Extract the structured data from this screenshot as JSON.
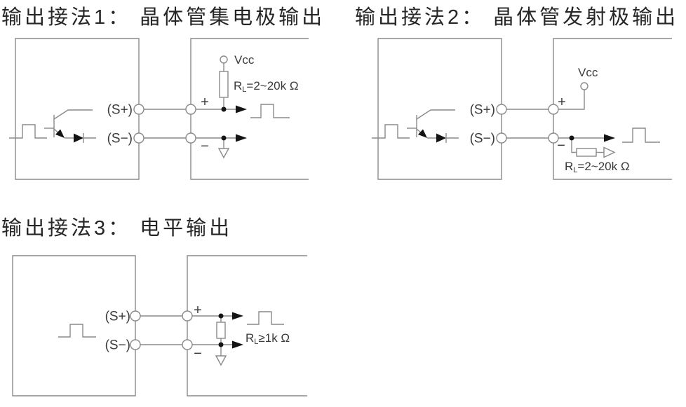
{
  "titles": {
    "method1": "输出接法1： 晶体管集电极输出",
    "method2": "输出接法2： 晶体管发射极输出",
    "method3": "输出接法3： 电平输出"
  },
  "terminals": {
    "s_plus": "(S+)",
    "s_minus": "(S−)",
    "plus": "+",
    "minus": "−"
  },
  "power": {
    "vcc": "Vcc"
  },
  "resistor_labels": {
    "r": "R",
    "sub": "L",
    "collector_value": "=2~20k Ω",
    "emitter_value": "=2~20k Ω",
    "level_value": "≥1k Ω"
  },
  "colors": {
    "wire": "#8a8a8a",
    "ink": "#141414",
    "label_text": "#3a3a3a",
    "title_text": "#262626",
    "background": "#ffffff"
  }
}
